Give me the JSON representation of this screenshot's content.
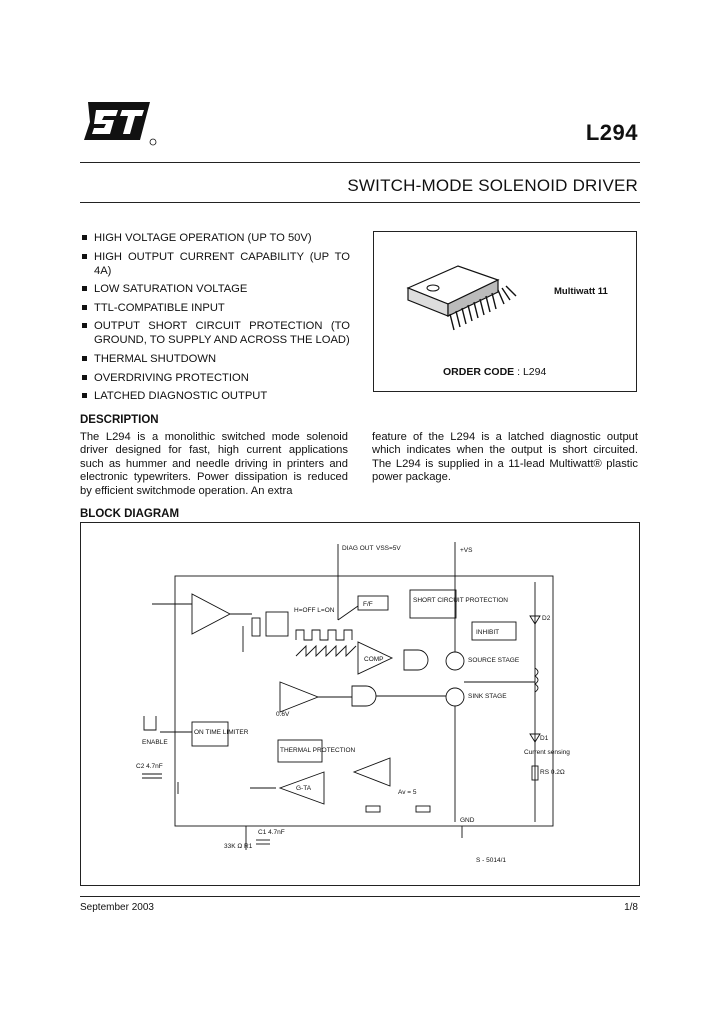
{
  "header": {
    "logo_text": "ST",
    "part_number": "L294",
    "title": "SWITCH-MODE SOLENOID DRIVER"
  },
  "features": [
    "HIGH VOLTAGE OPERATION (UP TO 50V)",
    "HIGH OUTPUT CURRENT CAPABILITY (UP TO 4A)",
    "LOW SATURATION VOLTAGE",
    "TTL-COMPATIBLE INPUT",
    "OUTPUT SHORT CIRCUIT PROTECTION (TO GROUND, TO SUPPLY AND ACROSS THE LOAD)",
    "THERMAL SHUTDOWN",
    "OVERDRIVING PROTECTION",
    "LATCHED DIAGNOSTIC OUTPUT"
  ],
  "package": {
    "name": "Multiwatt 11",
    "order_code_label": "ORDER CODE",
    "order_code_value": ": L294"
  },
  "description": {
    "heading": "DESCRIPTION",
    "col1": "The L294 is a monolithic switched mode solenoid driver designed for fast, high current applications such as hummer and needle driving in printers and electronic typewriters. Power dissipation is reduced by efficient switchmode operation. An extra",
    "col2": "feature of the L294 is a latched diagnostic output which indicates when the output is short circuited. The L294 is supplied in a 11-lead Multiwatt® plastic power package."
  },
  "block_diagram": {
    "heading": "BLOCK DIAGRAM",
    "labels": {
      "diag_out": "DIAG OUT",
      "vss": "VSS=5V",
      "vs": "+VS",
      "ff": "F/F",
      "short_circuit": "SHORT CIRCUIT PROTECTION",
      "inhibit": "INHIBIT",
      "source_stage": "SOURCE STAGE",
      "sink_stage": "SINK STAGE",
      "comp": "COMP",
      "enable": "ENABLE",
      "on_time_limiter": "ON TIME LIMITER",
      "thermal_protection": "THERMAL PROTECTION",
      "gta": "G-TA",
      "gnd": "GND",
      "r1": "33K Ω R1",
      "c1": "C1 4.7nF",
      "c2": "C2 4.7nF",
      "vref": "0.6V",
      "d1": "D1",
      "d2": "D2",
      "rs": "RS 0.2Ω",
      "av": "Av = 5",
      "current_sensing": "Current sensing",
      "hoff": "H=OFF L=ON",
      "code": "S - 5014/1"
    }
  },
  "footer": {
    "date": "September 2003",
    "page": "1/8"
  }
}
